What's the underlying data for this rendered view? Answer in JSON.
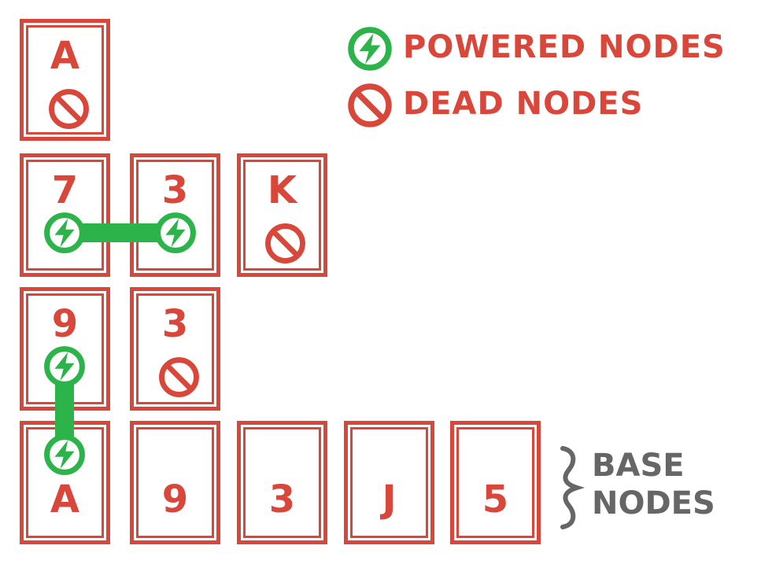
{
  "legend": {
    "powered_label": "POWERED NODES",
    "dead_label": "DEAD NODES",
    "powered_icon": "lightning-bolt-icon",
    "dead_icon": "prohibited-icon"
  },
  "base_label": {
    "line1": "BASE",
    "line2": "NODES"
  },
  "colors": {
    "red": "#d9473a",
    "green": "#2cb34a",
    "gray": "#666666"
  },
  "cards": {
    "a_top": {
      "rank": "A",
      "status": "dead"
    },
    "seven": {
      "rank": "7",
      "status": "powered"
    },
    "three_mid": {
      "rank": "3",
      "status": "powered"
    },
    "king": {
      "rank": "K",
      "status": "dead"
    },
    "nine_top": {
      "rank": "9",
      "status": "powered"
    },
    "three_low": {
      "rank": "3",
      "status": "dead"
    },
    "base_a": {
      "rank": "A",
      "status": "powered"
    },
    "base_9": {
      "rank": "9",
      "status": "base"
    },
    "base_3": {
      "rank": "3",
      "status": "base"
    },
    "base_j": {
      "rank": "J",
      "status": "base"
    },
    "base_5": {
      "rank": "5",
      "status": "base"
    }
  }
}
